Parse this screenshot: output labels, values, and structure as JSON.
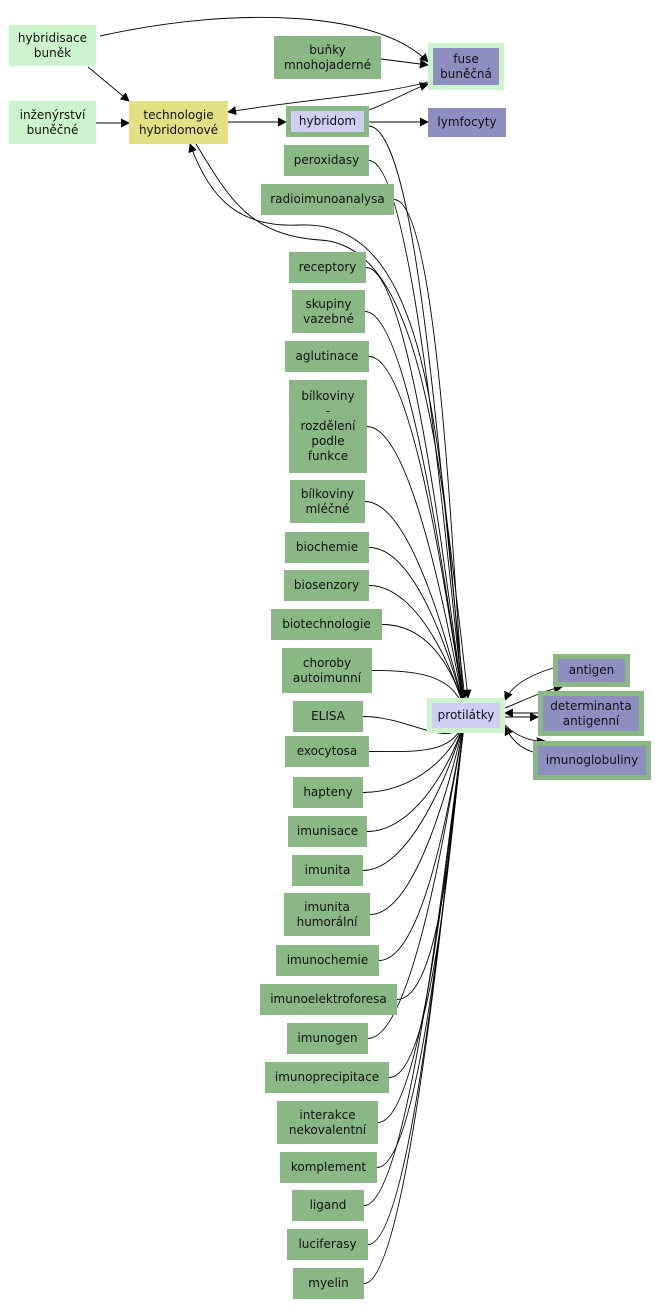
{
  "nodes": [
    {
      "id": "hybridisace",
      "label": "hybridisace\nbuněk",
      "style": "lightgreen"
    },
    {
      "id": "inzenyrstvi",
      "label": "inženýrství\nbuněčné",
      "style": "lightgreen"
    },
    {
      "id": "technologie",
      "label": "technologie\nhybridomové",
      "style": "yellow"
    },
    {
      "id": "bunky",
      "label": "buňky\nmnohojaderné",
      "style": "green"
    },
    {
      "id": "fuse",
      "label": "fuse\nbuněčná",
      "style": "purple framed-lg"
    },
    {
      "id": "hybridom",
      "label": "hybridom",
      "style": "lavender framed-dg"
    },
    {
      "id": "lymfocyty",
      "label": "lymfocyty",
      "style": "purple"
    },
    {
      "id": "peroxidasy",
      "label": "peroxidasy",
      "style": "green"
    },
    {
      "id": "radioimunoanalysa",
      "label": "radioimunoanalysa",
      "style": "green"
    },
    {
      "id": "receptory",
      "label": "receptory",
      "style": "green"
    },
    {
      "id": "skupiny",
      "label": "skupiny\nvazebné",
      "style": "green"
    },
    {
      "id": "aglutinace",
      "label": "aglutinace",
      "style": "green"
    },
    {
      "id": "bilkoviny_rozdeleni",
      "label": "bílkoviny\n-\nrozdělení\npodle\nfunkce",
      "style": "green"
    },
    {
      "id": "bilkoviny_mlecne",
      "label": "bílkoviny\nmléčné",
      "style": "green"
    },
    {
      "id": "biochemie",
      "label": "biochemie",
      "style": "green"
    },
    {
      "id": "biosenzory",
      "label": "biosenzory",
      "style": "green"
    },
    {
      "id": "biotechnologie",
      "label": "biotechnologie",
      "style": "green"
    },
    {
      "id": "choroby",
      "label": "choroby\nautoimunní",
      "style": "green"
    },
    {
      "id": "elisa",
      "label": "ELISA",
      "style": "green"
    },
    {
      "id": "exocytosa",
      "label": "exocytosa",
      "style": "green"
    },
    {
      "id": "hapteny",
      "label": "hapteny",
      "style": "green"
    },
    {
      "id": "imunisace",
      "label": "imunisace",
      "style": "green"
    },
    {
      "id": "imunita",
      "label": "imunita",
      "style": "green"
    },
    {
      "id": "imunita_humoralni",
      "label": "imunita\nhumorální",
      "style": "green"
    },
    {
      "id": "imunochemie",
      "label": "imunochemie",
      "style": "green"
    },
    {
      "id": "imunoelektroforesa",
      "label": "imunoelektroforesa",
      "style": "green"
    },
    {
      "id": "imunogen",
      "label": "imunogen",
      "style": "green"
    },
    {
      "id": "imunoprecipitace",
      "label": "imunoprecipitace",
      "style": "green"
    },
    {
      "id": "interakce",
      "label": "interakce\nnekovalentní",
      "style": "green"
    },
    {
      "id": "komplement",
      "label": "komplement",
      "style": "green"
    },
    {
      "id": "ligand",
      "label": "ligand",
      "style": "green"
    },
    {
      "id": "luciferasy",
      "label": "luciferasy",
      "style": "green"
    },
    {
      "id": "myelin",
      "label": "myelin",
      "style": "green"
    },
    {
      "id": "protilatky",
      "label": "protilátky",
      "style": "lavender framed-lg"
    },
    {
      "id": "antigen",
      "label": "antigen",
      "style": "purple framed-dg"
    },
    {
      "id": "determinanta",
      "label": "determinanta\nantigenní",
      "style": "purple framed-dg"
    },
    {
      "id": "imunoglobuliny",
      "label": "imunoglobuliny",
      "style": "purple framed-dg"
    }
  ],
  "edges": [
    {
      "from": "hybridisace",
      "to": "fuse"
    },
    {
      "from": "hybridisace",
      "to": "technologie"
    },
    {
      "from": "inzenyrstvi",
      "to": "technologie"
    },
    {
      "from": "bunky",
      "to": "fuse"
    },
    {
      "from": "fuse",
      "to": "technologie"
    },
    {
      "from": "hybridom",
      "to": "fuse"
    },
    {
      "from": "technologie",
      "to": "hybridom"
    },
    {
      "from": "hybridom",
      "to": "lymfocyty"
    },
    {
      "from": "hybridom",
      "to": "protilatky"
    },
    {
      "from": "protilatky",
      "to": "technologie"
    },
    {
      "from": "technologie",
      "to": "protilatky"
    },
    {
      "from": "peroxidasy",
      "to": "protilatky"
    },
    {
      "from": "radioimunoanalysa",
      "to": "protilatky"
    },
    {
      "from": "receptory",
      "to": "protilatky"
    },
    {
      "from": "skupiny",
      "to": "protilatky"
    },
    {
      "from": "aglutinace",
      "to": "protilatky"
    },
    {
      "from": "bilkoviny_rozdeleni",
      "to": "protilatky"
    },
    {
      "from": "bilkoviny_mlecne",
      "to": "protilatky"
    },
    {
      "from": "biochemie",
      "to": "protilatky"
    },
    {
      "from": "biosenzory",
      "to": "protilatky"
    },
    {
      "from": "biotechnologie",
      "to": "protilatky"
    },
    {
      "from": "choroby",
      "to": "protilatky"
    },
    {
      "from": "elisa",
      "to": "protilatky"
    },
    {
      "from": "exocytosa",
      "to": "protilatky"
    },
    {
      "from": "hapteny",
      "to": "protilatky"
    },
    {
      "from": "imunisace",
      "to": "protilatky"
    },
    {
      "from": "imunita",
      "to": "protilatky"
    },
    {
      "from": "imunita_humoralni",
      "to": "protilatky"
    },
    {
      "from": "imunochemie",
      "to": "protilatky"
    },
    {
      "from": "imunoelektroforesa",
      "to": "protilatky"
    },
    {
      "from": "imunogen",
      "to": "protilatky"
    },
    {
      "from": "imunoprecipitace",
      "to": "protilatky"
    },
    {
      "from": "interakce",
      "to": "protilatky"
    },
    {
      "from": "komplement",
      "to": "protilatky"
    },
    {
      "from": "ligand",
      "to": "protilatky"
    },
    {
      "from": "luciferasy",
      "to": "protilatky"
    },
    {
      "from": "myelin",
      "to": "protilatky"
    },
    {
      "from": "antigen",
      "to": "protilatky"
    },
    {
      "from": "protilatky",
      "to": "antigen"
    },
    {
      "from": "determinanta",
      "to": "protilatky"
    },
    {
      "from": "protilatky",
      "to": "determinanta"
    },
    {
      "from": "imunoglobuliny",
      "to": "protilatky"
    },
    {
      "from": "protilatky",
      "to": "imunoglobuliny"
    }
  ]
}
